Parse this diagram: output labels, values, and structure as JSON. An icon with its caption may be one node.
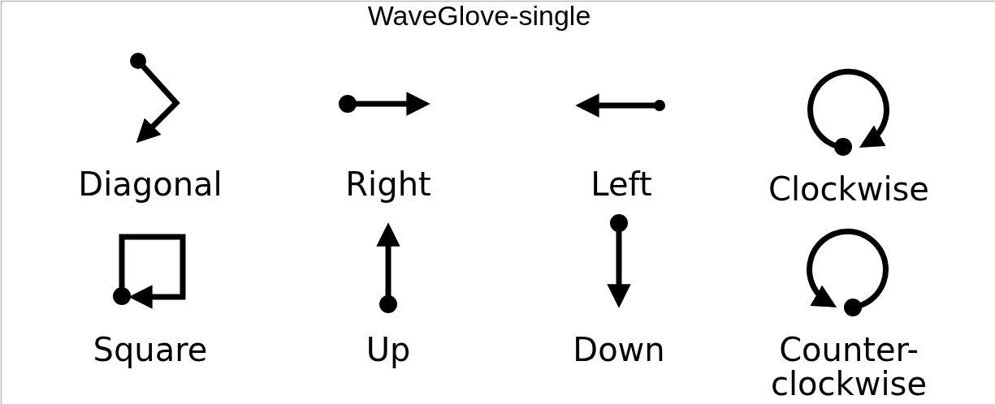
{
  "diagram": {
    "title": "WaveGlove-single",
    "labels": [
      "Diagonal",
      "Right",
      "Left",
      "Clockwise",
      "Square",
      "Up",
      "Down",
      "Counter- clockwise"
    ]
  }
}
